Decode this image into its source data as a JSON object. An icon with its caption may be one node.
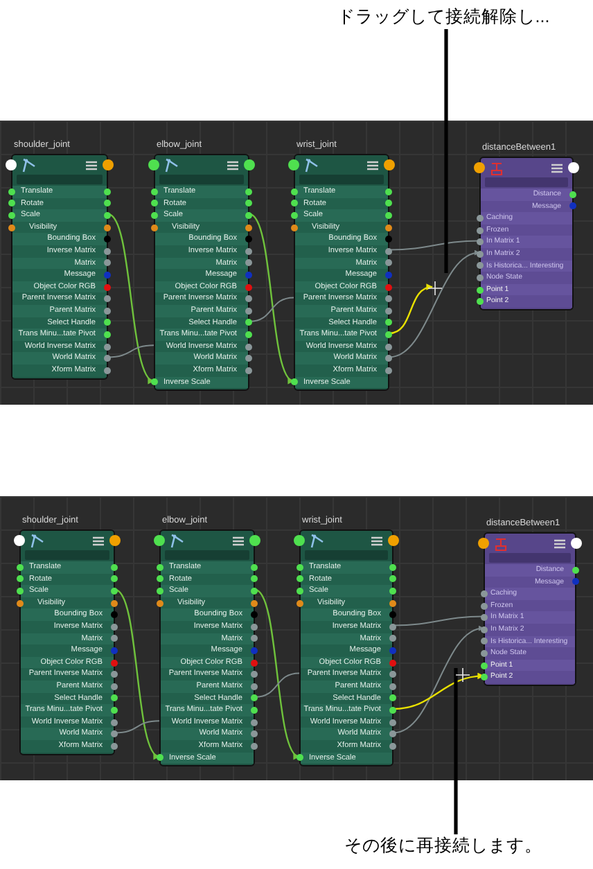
{
  "diagram": {
    "nodes": [
      {
        "text": [
          "ドラッグして接続解除し..."
        ]
      },
      {
        "text": [
          "shoulder_joint",
          "Translate",
          "Rotate",
          "Scale",
          "Visibility",
          "Bounding Box",
          "Inverse Matrix",
          "Matrix",
          "Message",
          "Object Color RGB",
          "Parent Inverse Matrix",
          "Parent Matrix",
          "Select Handle",
          "Trans Minu...tate Pivot",
          "World Inverse Matrix",
          "World Matrix",
          "Xform Matrix"
        ]
      },
      {
        "text": [
          "elbow_joint",
          "Translate",
          "Rotate",
          "Scale",
          "Visibility",
          "Bounding Box",
          "Inverse Matrix",
          "Matrix",
          "Message",
          "Object Color RGB",
          "Parent Inverse Matrix",
          "Parent Matrix",
          "Select Handle",
          "Trans Minu...tate Pivot",
          "World Inverse Matrix",
          "World Matrix",
          "Xform Matrix",
          "Inverse Scale"
        ]
      },
      {
        "text": [
          "wrist_joint",
          "Translate",
          "Rotate",
          "Scale",
          "Visibility",
          "Bounding Box",
          "Inverse Matrix",
          "Matrix",
          "Message",
          "Object Color RGB",
          "Parent Inverse Matrix",
          "Parent Matrix",
          "Select Handle",
          "Trans Minu...tate Pivot",
          "World Inverse Matrix",
          "World Matrix",
          "Xform Matrix",
          "Inverse Scale"
        ]
      },
      {
        "text": [
          "distanceBetween1",
          "Distance",
          "Message",
          "Caching",
          "Frozen",
          "In Matrix 1",
          "In Matrix 2",
          "Is Historica... Interesting",
          "Node State",
          "Point 1",
          "Point 2"
        ]
      },
      {
        "text": [
          "shoulder_joint",
          "Translate",
          "Rotate",
          "Scale",
          "Visibility",
          "Bounding Box",
          "Inverse Matrix",
          "Matrix",
          "Message",
          "Object Color RGB",
          "Parent Inverse Matrix",
          "Parent Matrix",
          "Select Handle",
          "Trans Minu...tate Pivot",
          "World Inverse Matrix",
          "World Matrix",
          "Xform Matrix"
        ]
      },
      {
        "text": [
          "elbow_joint",
          "Translate",
          "Rotate",
          "Scale",
          "Visibility",
          "Bounding Box",
          "Inverse Matrix",
          "Matrix",
          "Message",
          "Object Color RGB",
          "Parent Inverse Matrix",
          "Parent Matrix",
          "Select Handle",
          "Trans Minu...tate Pivot",
          "World Inverse Matrix",
          "World Matrix",
          "Xform Matrix",
          "Inverse Scale"
        ]
      },
      {
        "text": [
          "wrist_joint",
          "Translate",
          "Rotate",
          "Scale",
          "Visibility",
          "Bounding Box",
          "Inverse Matrix",
          "Matrix",
          "Message",
          "Object Color RGB",
          "Parent Inverse Matrix",
          "Parent Matrix",
          "Select Handle",
          "Trans Minu...tate Pivot",
          "World Inverse Matrix",
          "World Matrix",
          "Xform Matrix",
          "Inverse Scale"
        ]
      },
      {
        "text": [
          "distanceBetween1",
          "Distance",
          "Message",
          "Caching",
          "Frozen",
          "In Matrix 1",
          "In Matrix 2",
          "Is Historica... Interesting",
          "Node State",
          "Point 1",
          "Point 2"
        ]
      },
      {
        "text": [
          "その後に再接続します。"
        ]
      }
    ],
    "edges": [
      {
        "from": 1,
        "to": 2,
        "arrow": "to",
        "color": "#6fc23c"
      },
      {
        "from": 1,
        "to": 2,
        "arrow": "none"
      },
      {
        "from": 2,
        "to": 3,
        "arrow": "to",
        "color": "#6fc23c"
      },
      {
        "from": 2,
        "to": 3,
        "arrow": "none"
      },
      {
        "from": 3,
        "to": 4,
        "arrow": "none"
      },
      {
        "from": 3,
        "to": 4,
        "arrow": "to"
      },
      {
        "from": 3,
        "to": null,
        "arrow": "to",
        "color": "#e8e000"
      },
      {
        "from": 0,
        "to": null,
        "arrow": "none",
        "style": "thick",
        "color": "#000000"
      },
      {
        "from": 5,
        "to": 6,
        "arrow": "to",
        "color": "#6fc23c"
      },
      {
        "from": 5,
        "to": 6,
        "arrow": "none"
      },
      {
        "from": 6,
        "to": 7,
        "arrow": "to",
        "color": "#6fc23c"
      },
      {
        "from": 6,
        "to": 7,
        "arrow": "none"
      },
      {
        "from": 7,
        "to": 8,
        "arrow": "none"
      },
      {
        "from": 7,
        "to": 8,
        "arrow": "to"
      },
      {
        "from": 7,
        "to": 8,
        "arrow": "to",
        "color": "#e8e000"
      },
      {
        "from": 9,
        "to": null,
        "arrow": "none",
        "style": "thick",
        "color": "#000000"
      }
    ]
  }
}
